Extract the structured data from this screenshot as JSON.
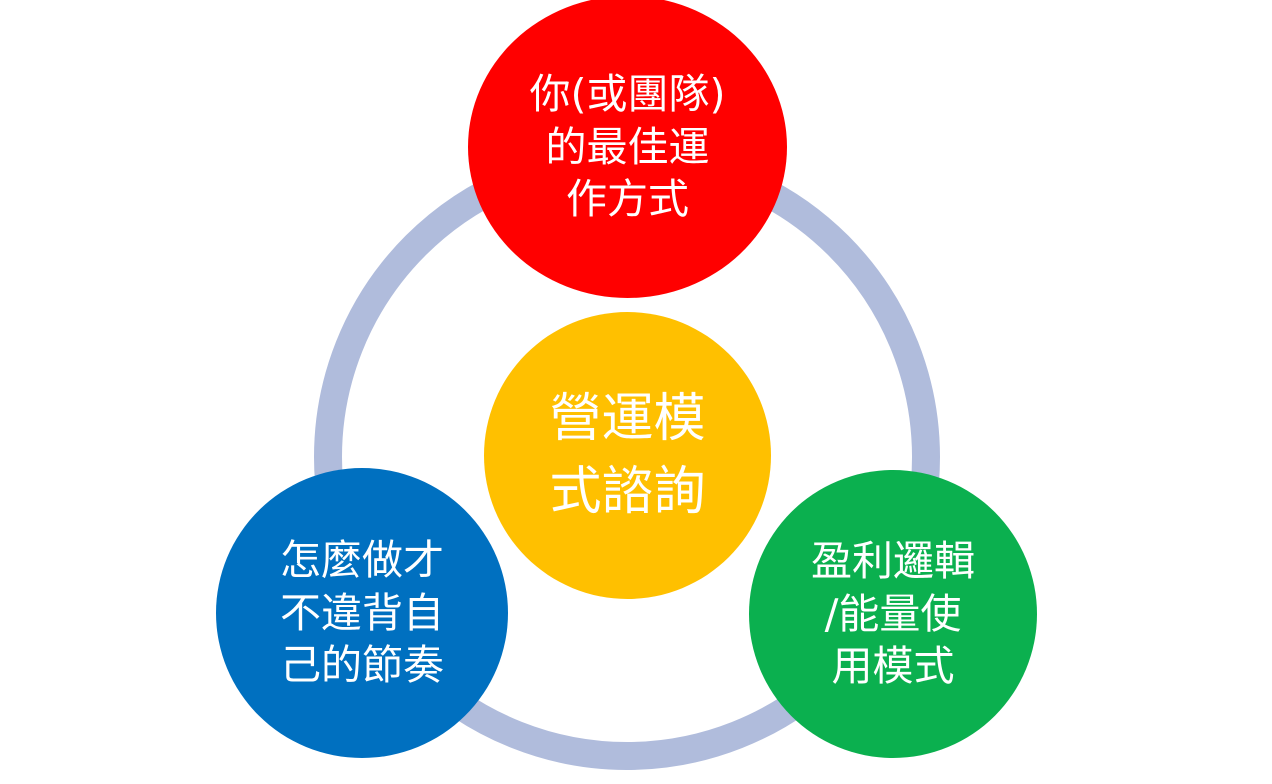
{
  "diagram": {
    "ring_color": "#b0bcdc",
    "center": {
      "lines": [
        "營運模",
        "式諮詢"
      ],
      "color": "#ffc000"
    },
    "top": {
      "lines": [
        "你(或團隊)",
        "的最佳運",
        "作方式"
      ],
      "color": "#ff0000"
    },
    "left": {
      "lines": [
        "怎麼做才",
        "不違背自",
        "己的節奏"
      ],
      "color": "#0070c0"
    },
    "right": {
      "lines": [
        "盈利邏輯",
        "/能量使",
        "用模式"
      ],
      "color": "#0bb04f"
    }
  }
}
